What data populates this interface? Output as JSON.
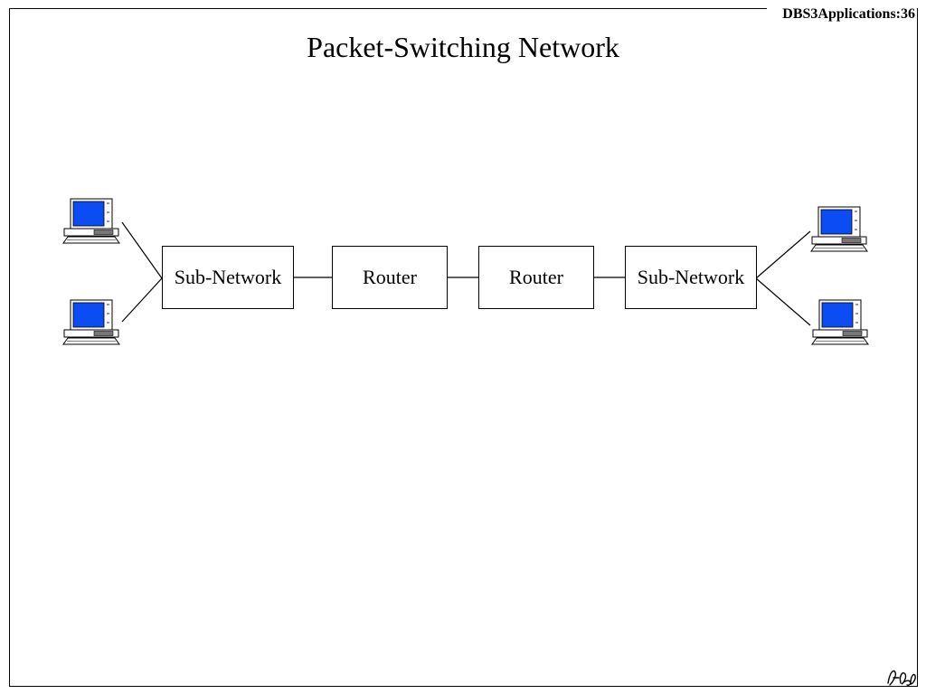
{
  "slide": {
    "tag": "DBS3Applications:36",
    "title": "Packet-Switching Network"
  },
  "diagram": {
    "nodes": {
      "subnet_left": "Sub-Network",
      "router_left": "Router",
      "router_right": "Router",
      "subnet_right": "Sub-Network"
    },
    "computers": [
      "computer",
      "computer",
      "computer",
      "computer"
    ],
    "colors": {
      "screen": "#0b4cf5",
      "line": "#000000"
    }
  }
}
